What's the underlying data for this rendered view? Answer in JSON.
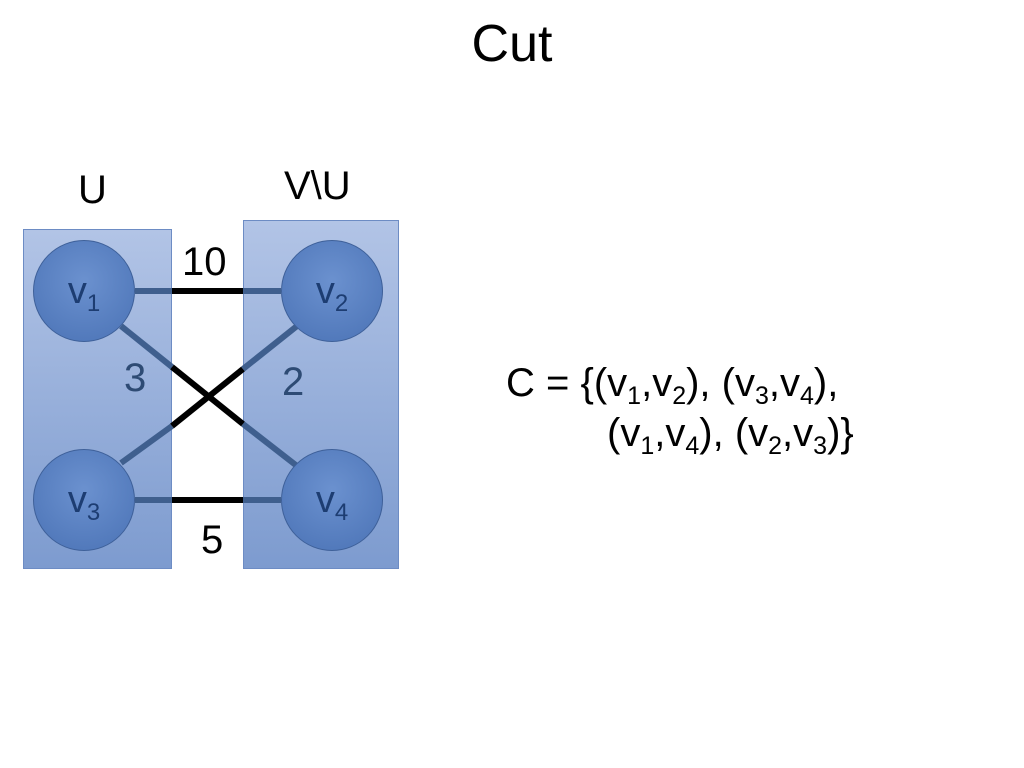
{
  "title": "Cut",
  "sets": {
    "u": "U",
    "v_minus_u": "V\\U"
  },
  "nodes": [
    {
      "id": "v1",
      "base": "v",
      "sub": "1"
    },
    {
      "id": "v2",
      "base": "v",
      "sub": "2"
    },
    {
      "id": "v3",
      "base": "v",
      "sub": "3"
    },
    {
      "id": "v4",
      "base": "v",
      "sub": "4"
    }
  ],
  "edges": [
    {
      "from": "v1",
      "to": "v2",
      "weight": "10"
    },
    {
      "from": "v1",
      "to": "v4",
      "weight": "3"
    },
    {
      "from": "v3",
      "to": "v2",
      "weight": "2"
    },
    {
      "from": "v3",
      "to": "v4",
      "weight": "5"
    }
  ],
  "cut": {
    "prefix": "C = {",
    "line1": [
      {
        "a": "1",
        "b": "2"
      },
      {
        "a": "3",
        "b": "4"
      }
    ],
    "line2": [
      {
        "a": "1",
        "b": "4"
      },
      {
        "a": "2",
        "b": "3"
      }
    ],
    "suffix": "}",
    "var": "v"
  },
  "colors": {
    "region_fill": "#9db4de",
    "node_fill": "#5a80c2",
    "edge_inside": "#3f5f8e",
    "edge_cut": "#000000"
  }
}
